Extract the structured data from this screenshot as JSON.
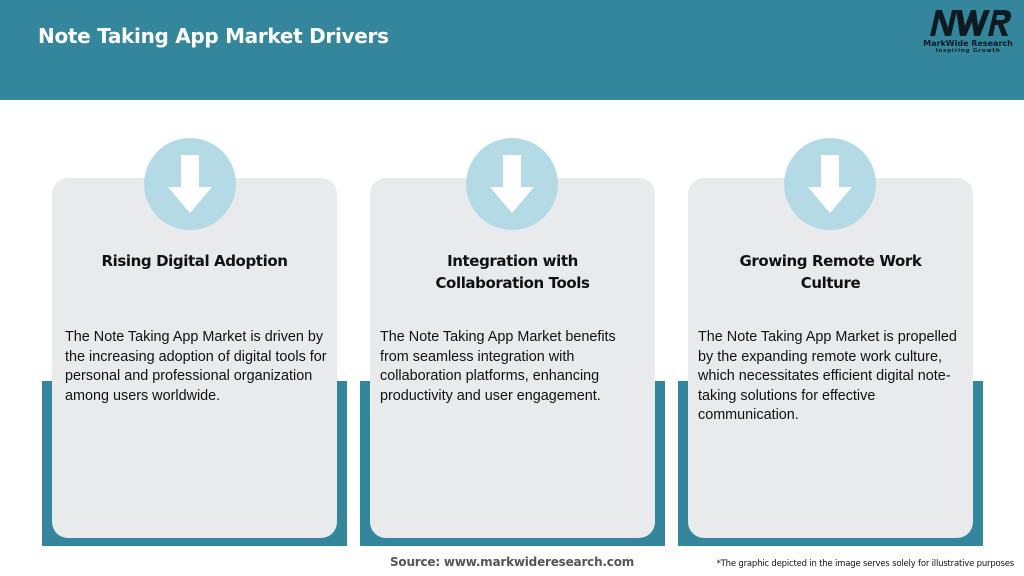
{
  "header": {
    "title": "Note Taking App Market Drivers",
    "background_color": "#33869c",
    "logo": {
      "mark": "MWR",
      "name": "MarkWide Research",
      "tagline": "Inspiring Growth",
      "icon": "markwide-logo-icon"
    }
  },
  "colors": {
    "accent_teal": "#33869c",
    "card_gray": "#e8eaec",
    "circle_light_blue": "#b4dae6",
    "arrow_white": "#ffffff"
  },
  "cards": [
    {
      "icon": "arrow-down-icon",
      "title_lines": [
        "Rising Digital Adoption"
      ],
      "body": "The Note Taking App Market is driven by the increasing adoption of digital tools for personal and professional organization among users worldwide."
    },
    {
      "icon": "arrow-down-icon",
      "title_lines": [
        "Integration with",
        "Collaboration Tools"
      ],
      "body": "The Note Taking App Market benefits from seamless integration with collaboration platforms, enhancing productivity and user engagement."
    },
    {
      "icon": "arrow-down-icon",
      "title_lines": [
        "Growing Remote Work",
        "Culture"
      ],
      "body": "The Note Taking App Market is propelled by the expanding remote work culture, which necessitates efficient digital note-taking solutions for effective communication."
    }
  ],
  "footer": {
    "source": "Source: www.markwideresearch.com",
    "disclaimer": "*The graphic depicted in the image serves solely for illustrative purposes"
  }
}
